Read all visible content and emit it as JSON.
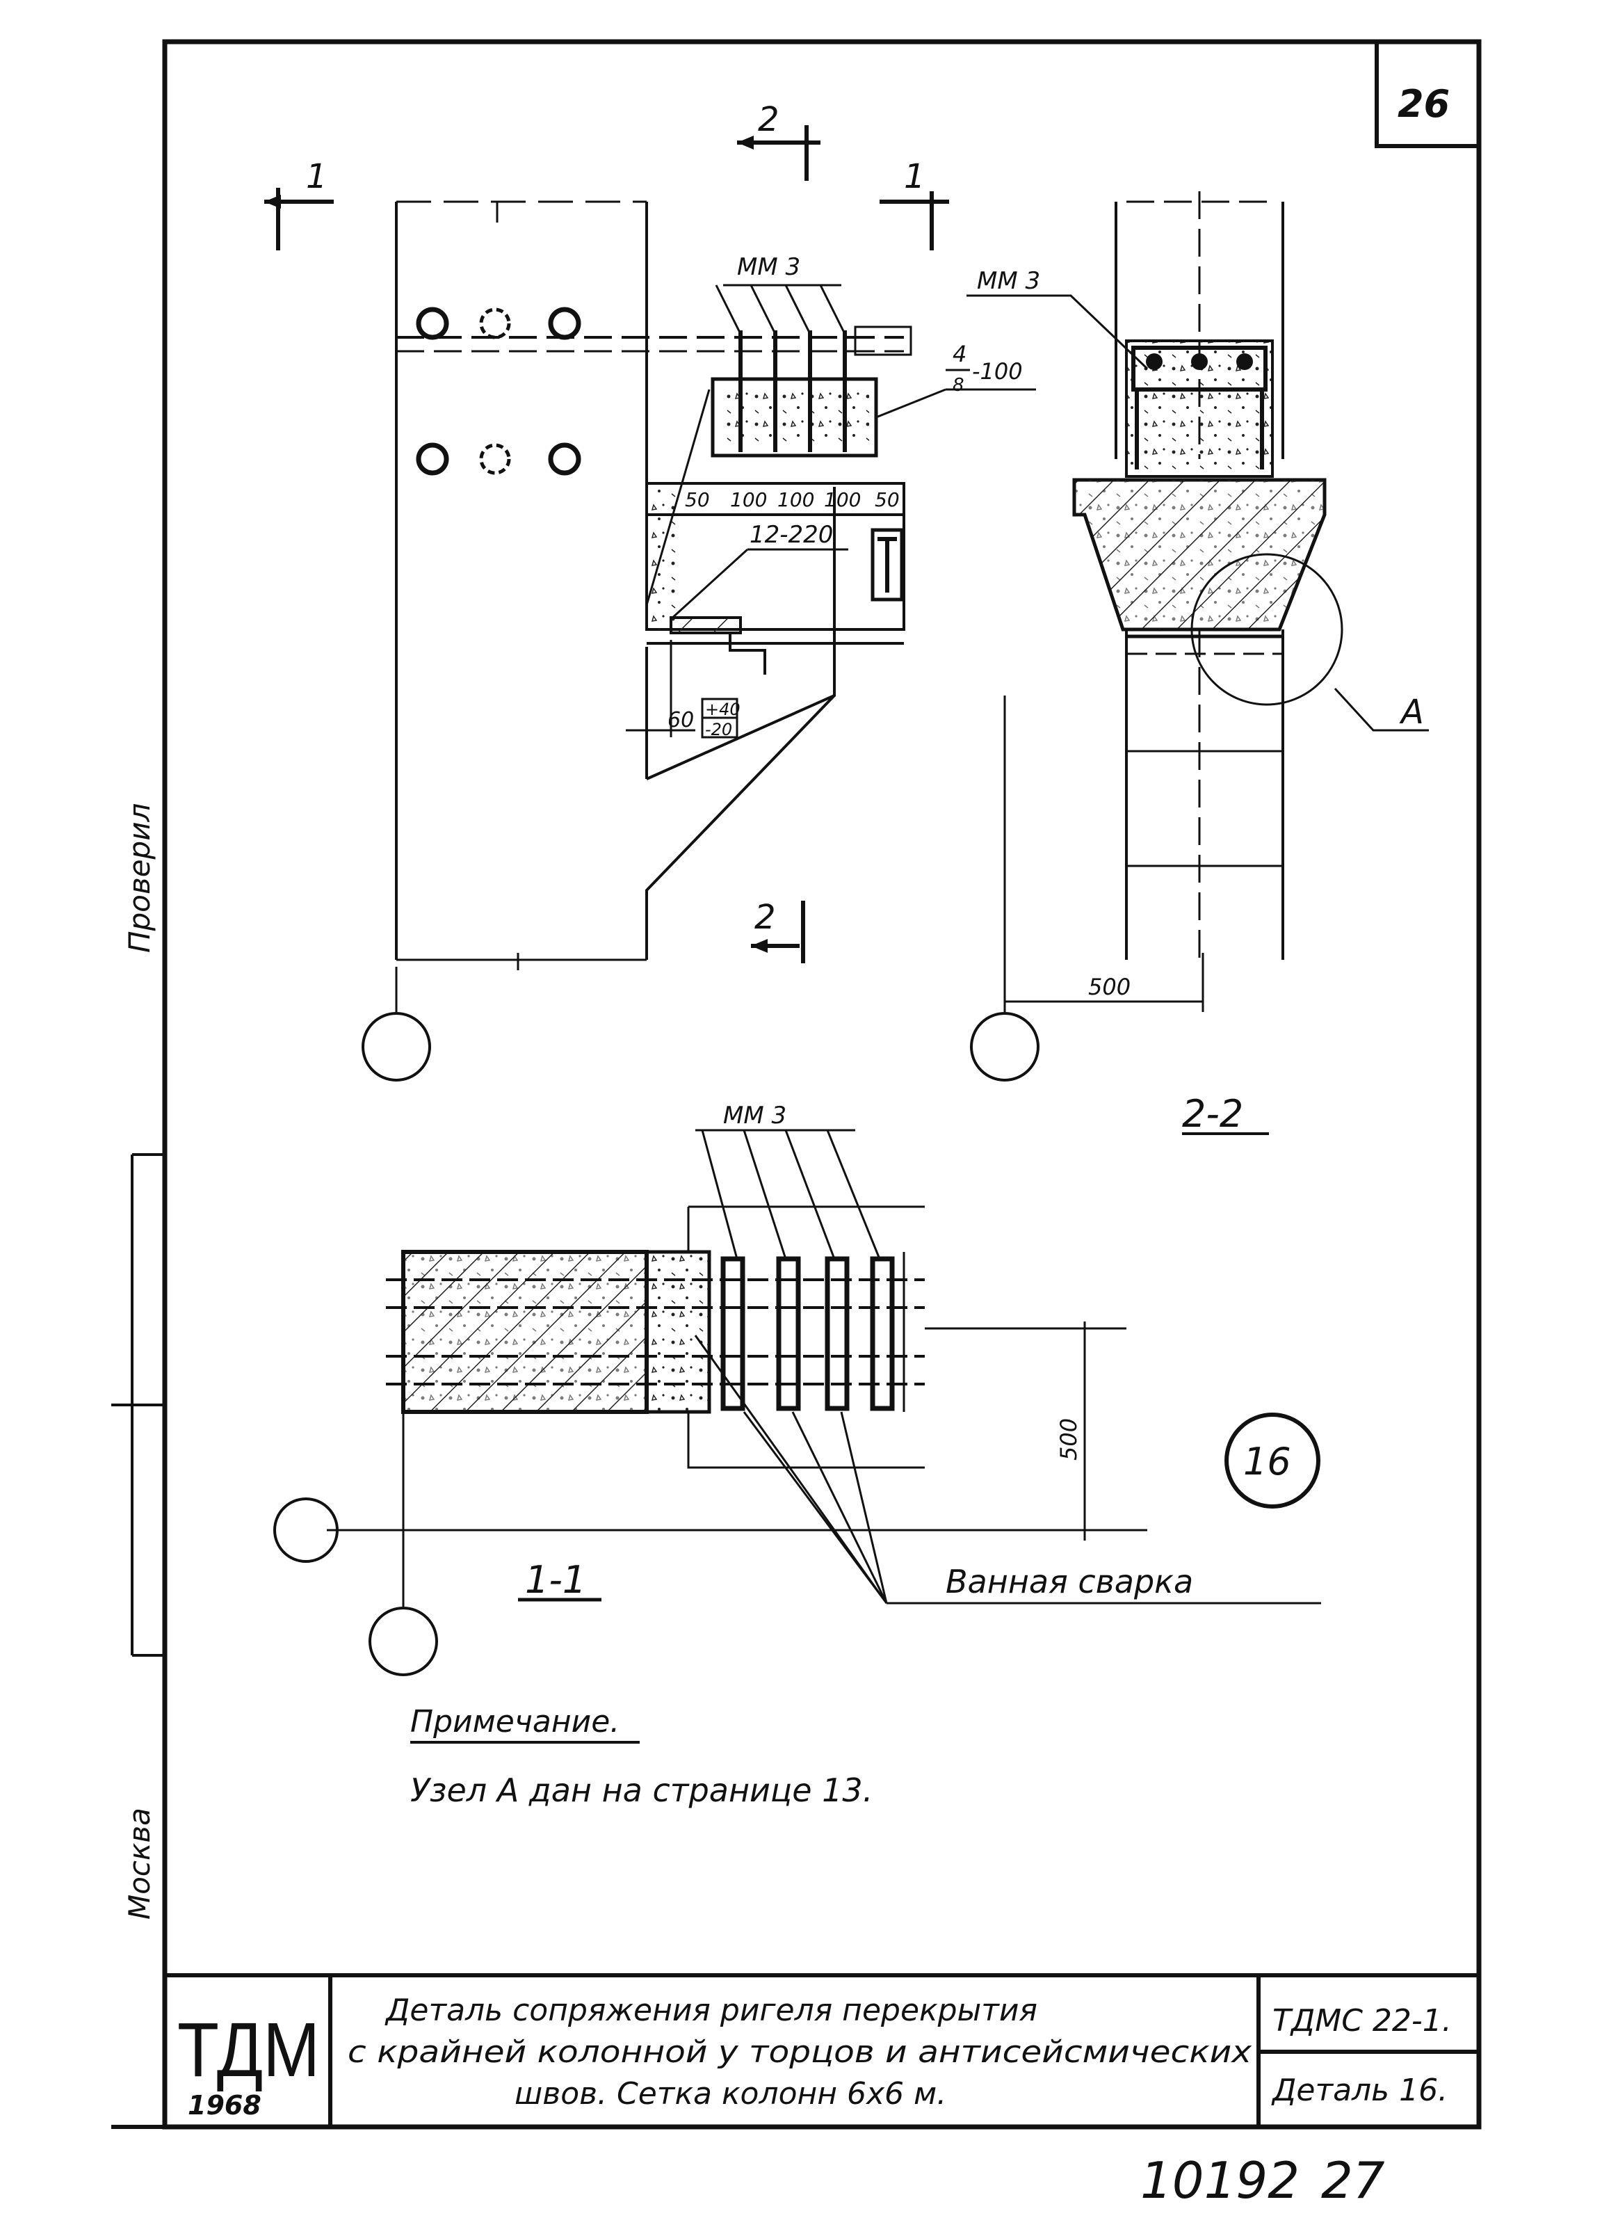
{
  "sheet": {
    "page_number": "26",
    "title_block": {
      "organization": "ТДМ",
      "year": "1968",
      "title_lines": [
        "Деталь сопряжения ригеля перекрытия",
        "с крайней колонной у торцов и антисейсмических",
        "швов. Сетка колонн 6х6 м."
      ],
      "series": "ТДМС 22-1.",
      "detail": "Деталь 16."
    },
    "side_labels": {
      "checked": "Проверил",
      "city": "Москва"
    },
    "footer": {
      "archive_number": "10192",
      "sheet_index": "27"
    },
    "detail_badge": "16"
  },
  "views": {
    "elevation": {
      "section_mark_top": "2",
      "section_mark_left": "1",
      "section_mark_right": "1",
      "section_mark_bottom": "2",
      "callout_bars": "ММ 3",
      "callout_slope": "-100",
      "slope_num": "4",
      "slope_den": "8",
      "dims_bars": [
        "50",
        "100",
        "100",
        "100",
        "50"
      ],
      "plate_label": "12-220",
      "bottom_dim": "60",
      "tol_plus": "+40",
      "tol_minus": "-20"
    },
    "section_2_2": {
      "label": "2-2",
      "callout_bars": "ММ 3",
      "node_label": "А",
      "dim_width": "500"
    },
    "section_1_1": {
      "label": "1-1",
      "callout_bars": "ММ 3",
      "dim_height": "500",
      "weld_label": "Ванная сварка"
    }
  },
  "note": {
    "heading": "Примечание.",
    "text": "Узел А дан на странице 13."
  }
}
